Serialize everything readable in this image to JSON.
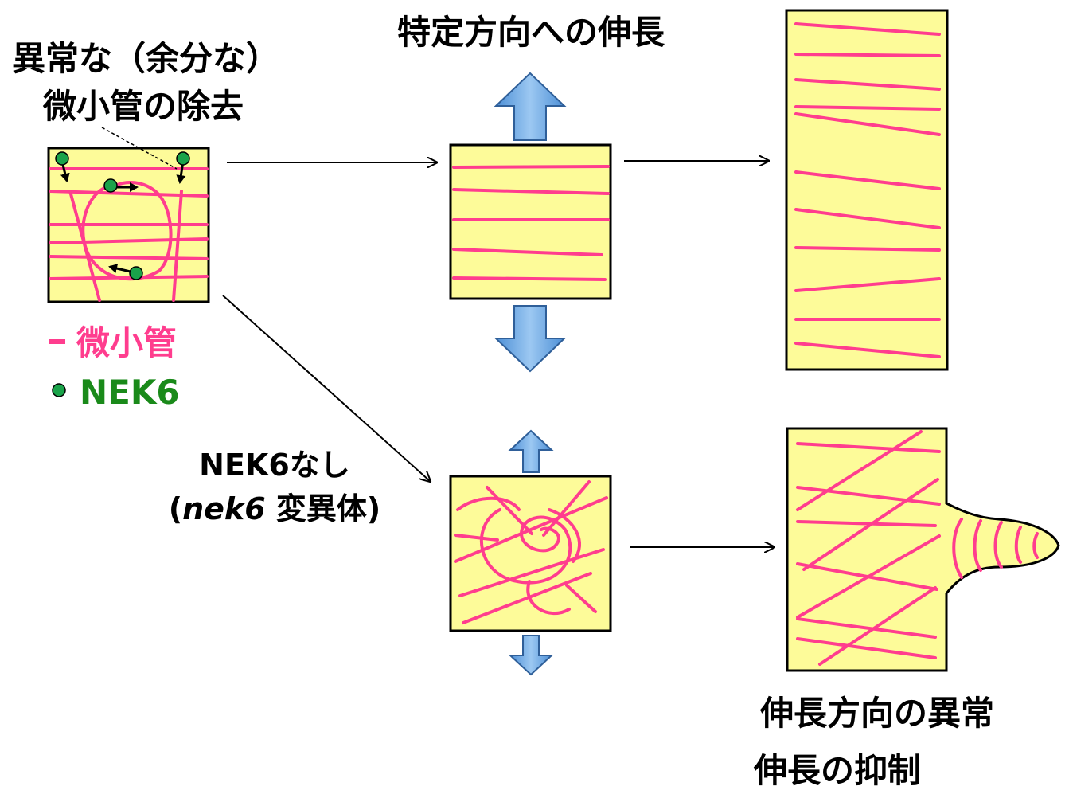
{
  "labels": {
    "top_left_line1": "異常な（余分な）",
    "top_left_line2": "微小管の除去",
    "top_center": "特定方向への伸長",
    "legend_microtubule": "微小管",
    "legend_nek6": "NEK6",
    "mutant_line1": "NEK6なし",
    "mutant_line2_open": "(",
    "mutant_line2_italic": "nek6",
    "mutant_line2_rest": " 変異体)",
    "bottom_right_line1": "伸長方向の異常",
    "bottom_right_line2": "伸長の抑制"
  },
  "colors": {
    "cell_fill": "#fdfb99",
    "microtubule": "#ff3d8e",
    "nek6": "#1aa34a",
    "arrow_fill": "#7fb4e6",
    "text": "#000000",
    "legend_mt_text": "#ff3d8e",
    "legend_nek6_text": "#1a8a1a"
  }
}
